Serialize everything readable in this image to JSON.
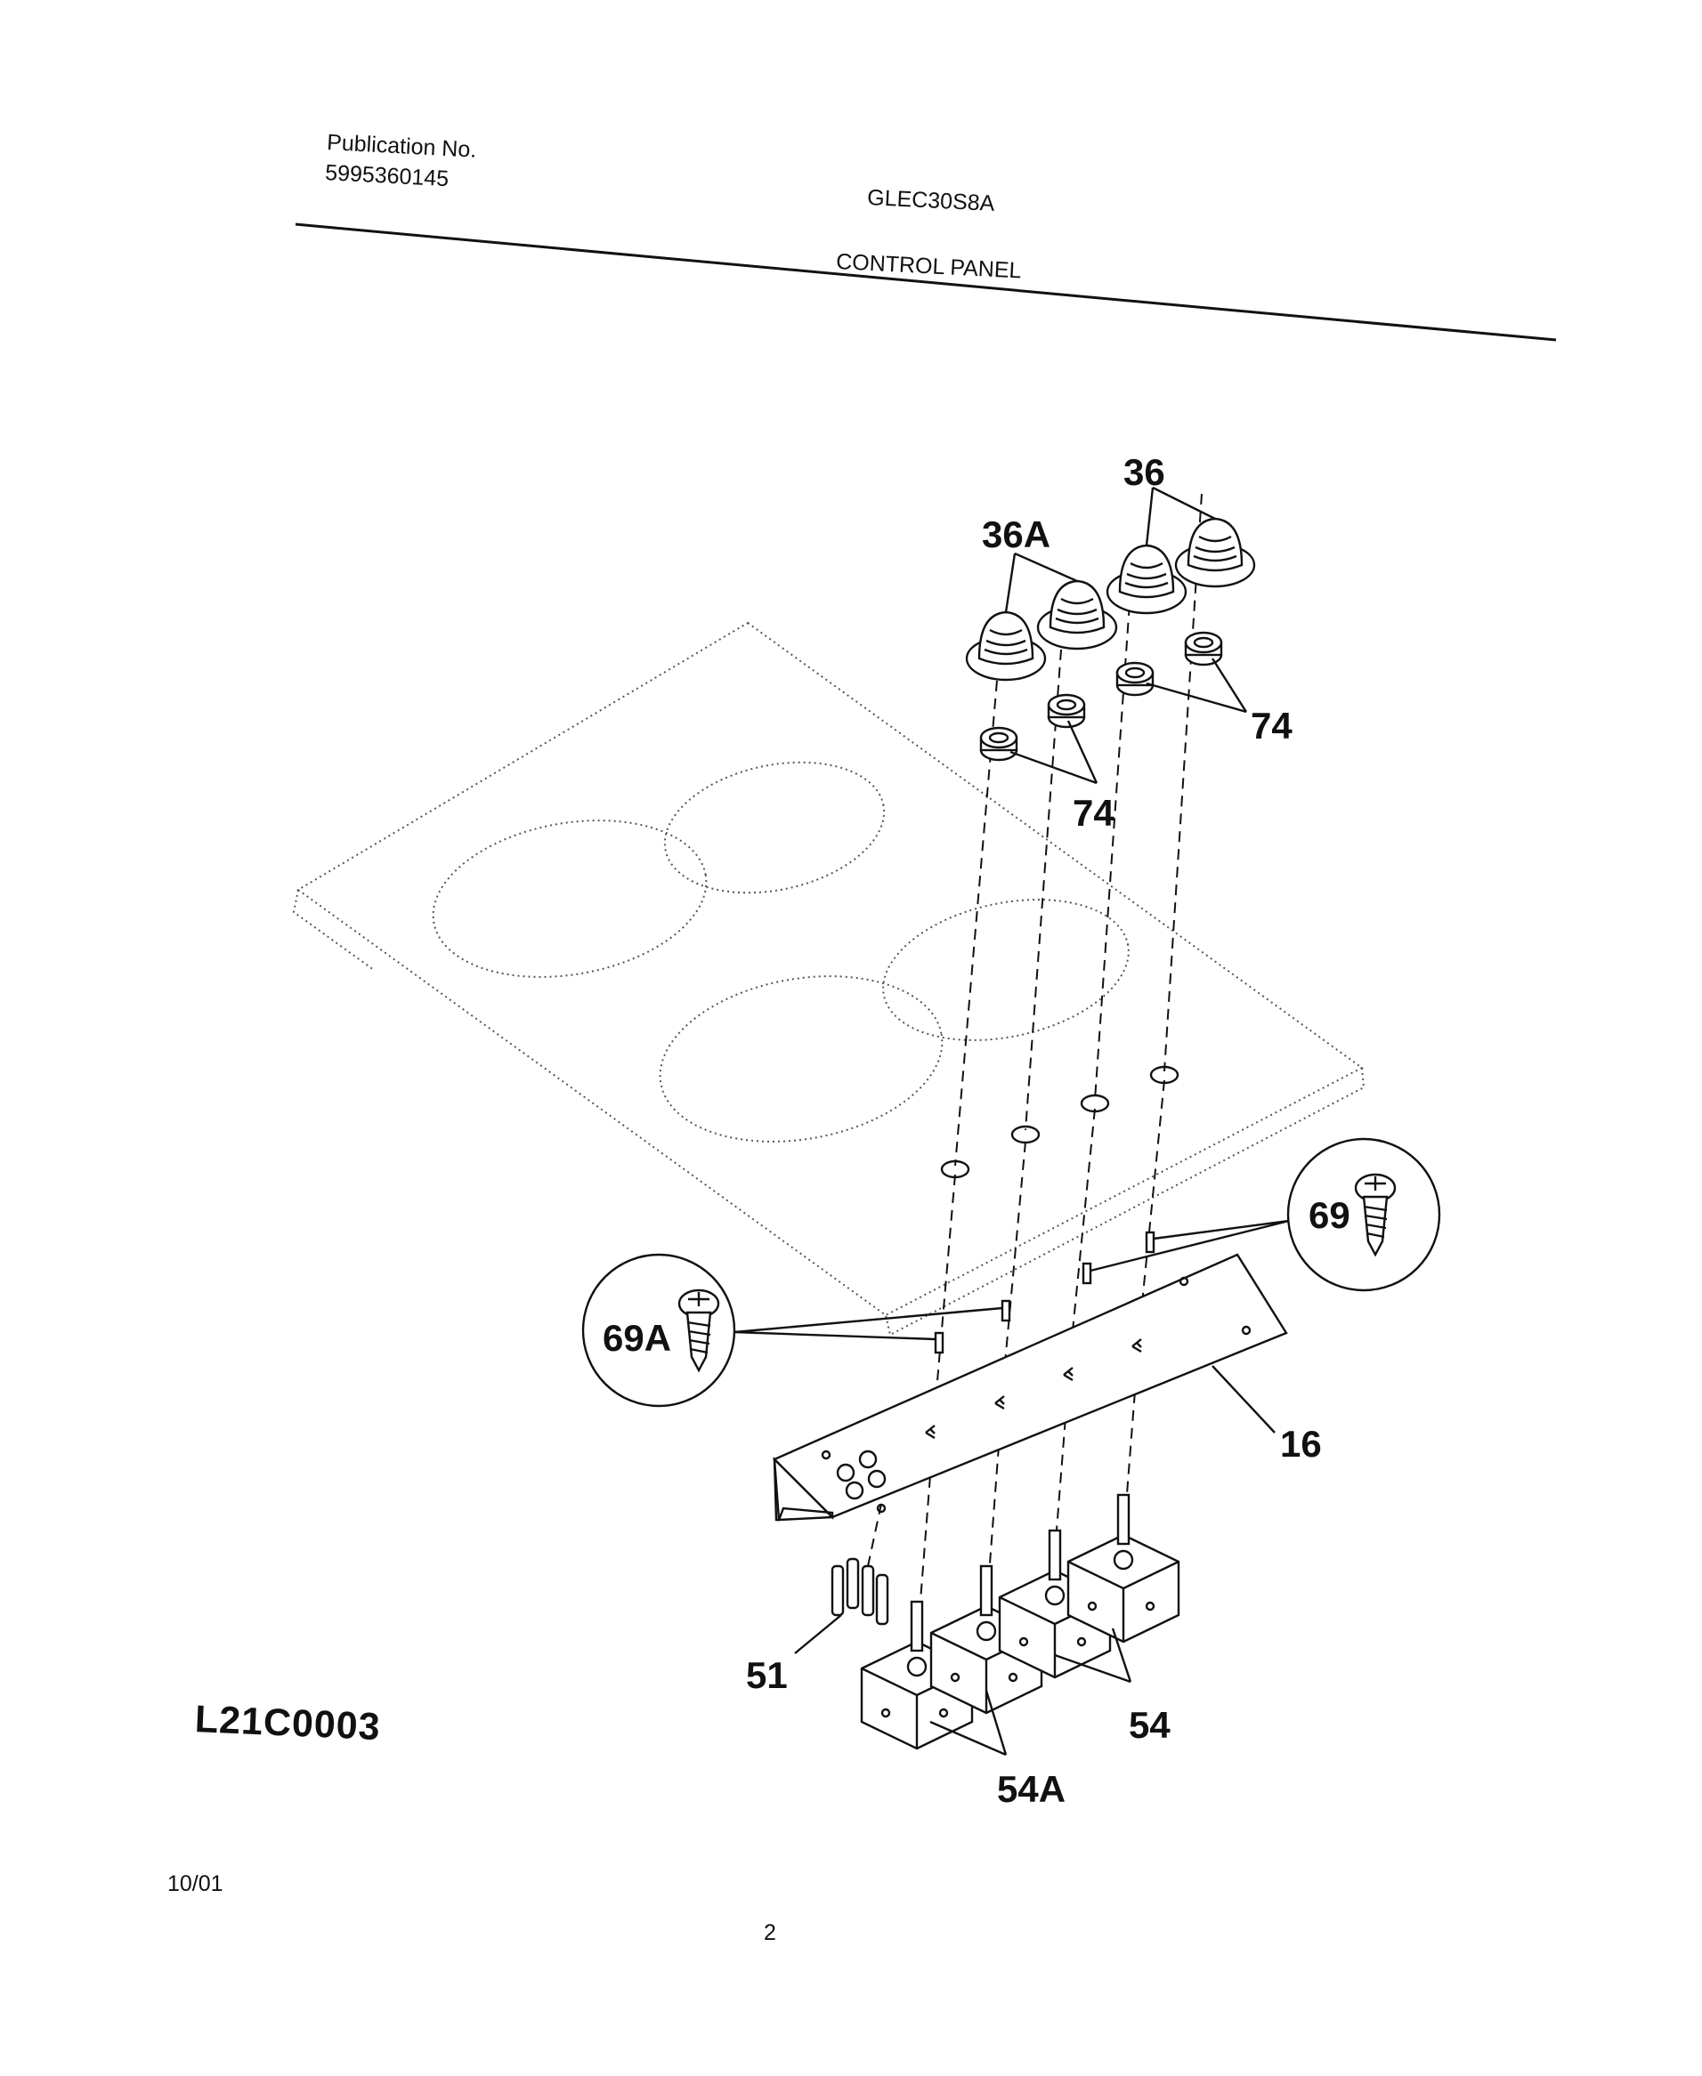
{
  "header": {
    "publication_label": "Publication No.",
    "publication_number": "5995360145",
    "model": "GLEC30S8A",
    "section_title": "CONTROL PANEL"
  },
  "diagram_code": "L21C0003",
  "date": "10/01",
  "page_number": "2",
  "parts": {
    "knob_right": "36",
    "knob_left": "36A",
    "bezel_right": "74",
    "bezel_left": "74",
    "screw_right": "69",
    "screw_left": "69A",
    "panel": "16",
    "lights": "51",
    "switch_right": "54",
    "switch_left": "54A"
  }
}
